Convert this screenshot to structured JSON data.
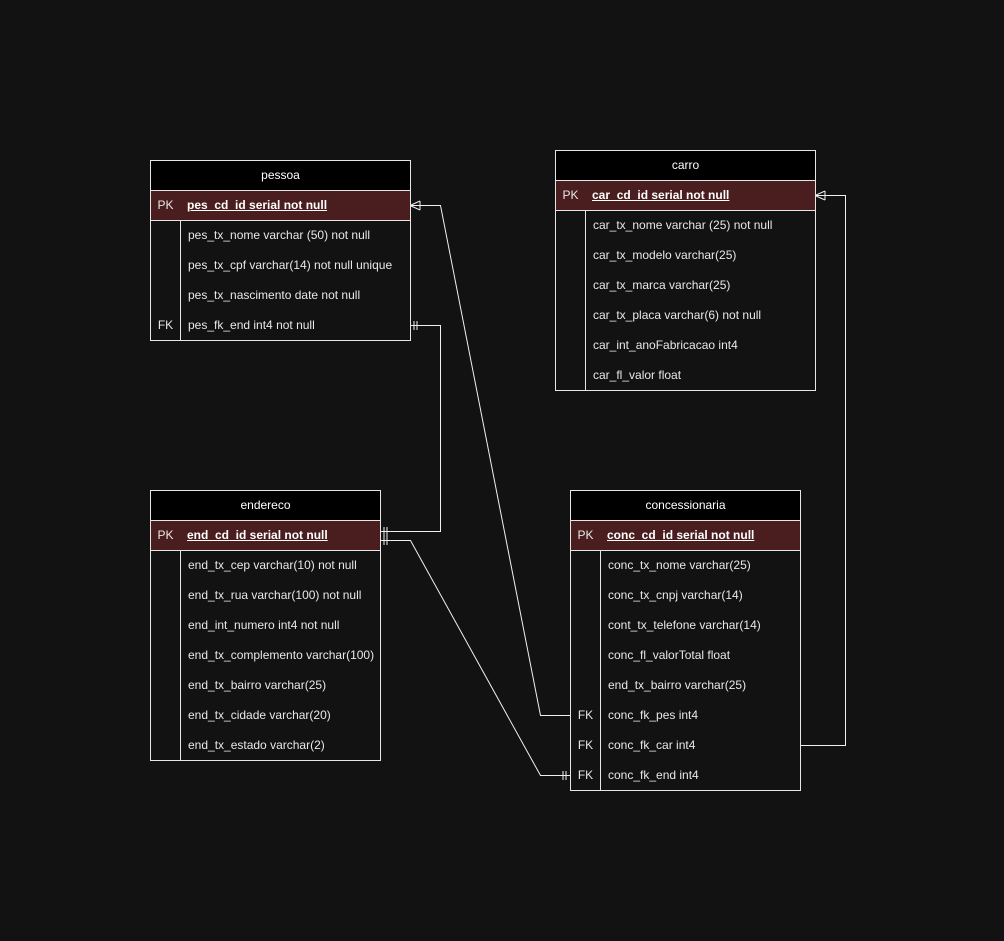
{
  "entities": {
    "pessoa": {
      "title": "pessoa",
      "rows": [
        {
          "key": "PK",
          "field": "pes_cd_id serial not null"
        },
        {
          "key": "",
          "field": "pes_tx_nome varchar (50) not null"
        },
        {
          "key": "",
          "field": "pes_tx_cpf varchar(14) not null unique"
        },
        {
          "key": "",
          "field": "pes_tx_nascimento date not null"
        },
        {
          "key": "FK",
          "field": "pes_fk_end int4 not null"
        }
      ]
    },
    "carro": {
      "title": "carro",
      "rows": [
        {
          "key": "PK",
          "field": "car_cd_id serial not null"
        },
        {
          "key": "",
          "field": "car_tx_nome varchar (25) not null"
        },
        {
          "key": "",
          "field": "car_tx_modelo varchar(25)"
        },
        {
          "key": "",
          "field": "car_tx_marca varchar(25)"
        },
        {
          "key": "",
          "field": "car_tx_placa varchar(6) not null"
        },
        {
          "key": "",
          "field": "car_int_anoFabricacao int4"
        },
        {
          "key": "",
          "field": "car_fl_valor float"
        }
      ]
    },
    "endereco": {
      "title": "endereco",
      "rows": [
        {
          "key": "PK",
          "field": "end_cd_id serial not null"
        },
        {
          "key": "",
          "field": "end_tx_cep varchar(10) not null"
        },
        {
          "key": "",
          "field": "end_tx_rua varchar(100) not null"
        },
        {
          "key": "",
          "field": "end_int_numero int4 not null"
        },
        {
          "key": "",
          "field": "end_tx_complemento varchar(100)"
        },
        {
          "key": "",
          "field": "end_tx_bairro varchar(25)"
        },
        {
          "key": "",
          "field": "end_tx_cidade varchar(20)"
        },
        {
          "key": "",
          "field": "end_tx_estado varchar(2)"
        }
      ]
    },
    "concessionaria": {
      "title": "concessionaria",
      "rows": [
        {
          "key": "PK",
          "field": "conc_cd_id serial not null"
        },
        {
          "key": "",
          "field": "conc_tx_nome varchar(25)"
        },
        {
          "key": "",
          "field": "conc_tx_cnpj varchar(14)"
        },
        {
          "key": "",
          "field": "cont_tx_telefone varchar(14)"
        },
        {
          "key": "",
          "field": "conc_fl_valorTotal float"
        },
        {
          "key": "",
          "field": "end_tx_bairro varchar(25)"
        },
        {
          "key": "FK",
          "field": "conc_fk_pes int4"
        },
        {
          "key": "FK",
          "field": "conc_fk_car int4"
        },
        {
          "key": "FK",
          "field": "conc_fk_end int4"
        }
      ]
    }
  },
  "colors": {
    "background": "#121212",
    "header": "#000000",
    "pk_row": "#4a1e1e",
    "border": "#e6e6e6"
  }
}
